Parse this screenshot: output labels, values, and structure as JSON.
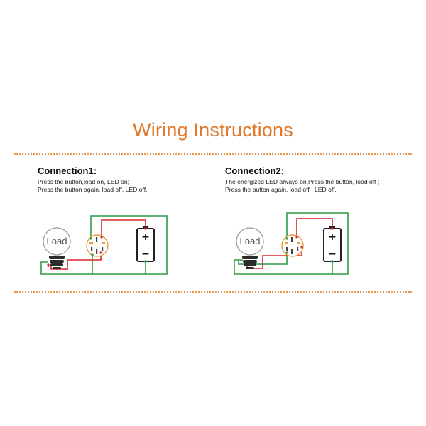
{
  "title": "Wiring  Instructions",
  "connections": [
    {
      "heading": "Connection1:",
      "lines": [
        "Press the button,load  on, LED on;",
        "Press the button again, load off, LED off."
      ],
      "load_label": "Load",
      "battery_plus": "+",
      "battery_minus": "−"
    },
    {
      "heading": "Connection2:",
      "lines": [
        "The energized LED always on,Press the button, load off ;",
        "Press the button again, load  off , LED  off."
      ],
      "load_label": "Load",
      "battery_plus": "+",
      "battery_minus": "−"
    }
  ],
  "colors": {
    "title": "#e0792a",
    "divider": "#e89a55",
    "green_wire": "#2e9b45",
    "red_wire": "#d8262e",
    "switch_ring": "#e89a3c",
    "battery_outline": "#222222"
  },
  "icons": [
    "bulb-icon",
    "switch-icon",
    "battery-icon"
  ]
}
